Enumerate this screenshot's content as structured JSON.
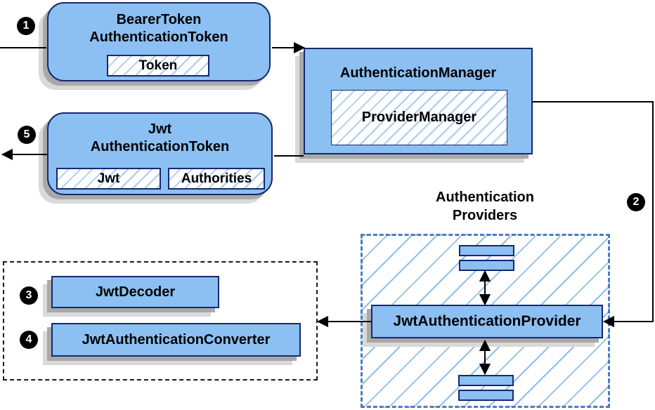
{
  "nodes": {
    "bearer_token": {
      "title_line1": "BearerToken",
      "title_line2": "AuthenticationToken",
      "field_token": "Token"
    },
    "authentication_manager": {
      "title": "AuthenticationManager",
      "field_provider_manager": "ProviderManager"
    },
    "jwt_authentication_token": {
      "title_line1": "Jwt",
      "title_line2": "AuthenticationToken",
      "field_jwt": "Jwt",
      "field_authorities": "Authorities"
    },
    "authentication_providers_label": {
      "line1": "Authentication",
      "line2": "Providers"
    },
    "jwt_authentication_provider": {
      "title": "JwtAuthenticationProvider"
    },
    "jwt_decoder": {
      "title": "JwtDecoder"
    },
    "jwt_authentication_converter": {
      "title": "JwtAuthenticationConverter"
    }
  },
  "badges": [
    {
      "label": "1"
    },
    {
      "label": "2"
    },
    {
      "label": "3"
    },
    {
      "label": "4"
    },
    {
      "label": "5"
    }
  ],
  "colors": {
    "node_fill": "#8cc0f2",
    "node_border": "#15286e",
    "hatch_line_light": "#a9cdf0",
    "hatch_line_big": "#8fbfea",
    "dashed_blue_border": "#4a7cc0",
    "dashed_black_border": "#1a1a1a",
    "shadow_dark": "#a9a9a9",
    "shadow_light": "#d9d9d9",
    "badge_bg": "#000000",
    "arrow": "#000000"
  }
}
